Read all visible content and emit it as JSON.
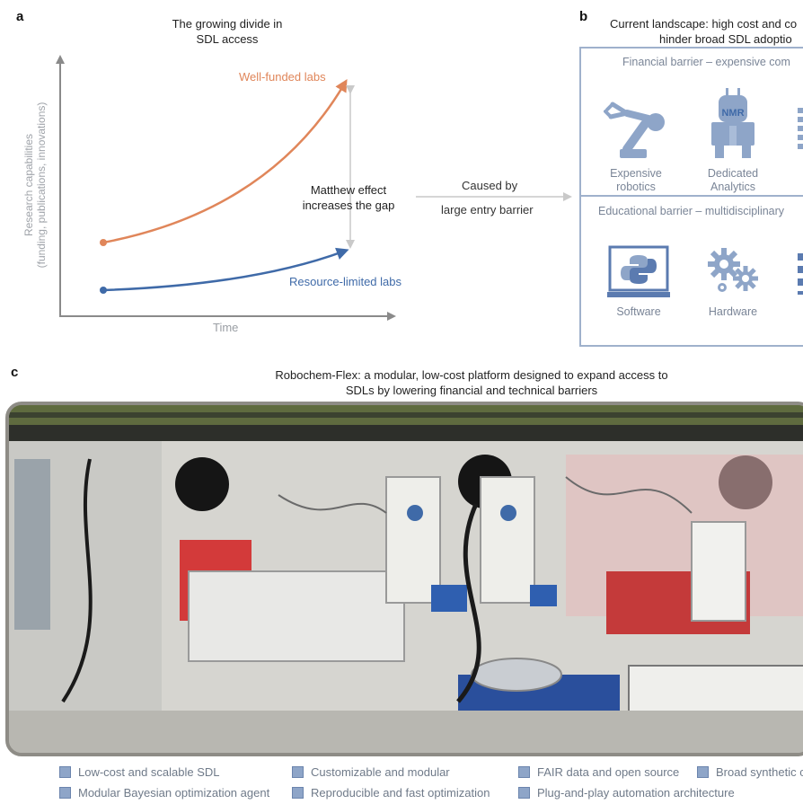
{
  "panel_a": {
    "letter": "a",
    "title_line1": "The growing divide in",
    "title_line2": "SDL access",
    "ylabel_line1": "Research capabilities",
    "ylabel_line2": "(funding, publications, innovations)",
    "xlabel": "Time",
    "well_funded": "Well-funded labs",
    "resource_limited": "Resource-limited labs",
    "matthew_line1": "Matthew effect",
    "matthew_line2": "increases the gap",
    "caused_by": "Caused by",
    "entry_barrier": "large entry barrier",
    "colors": {
      "well_funded": "#e0865a",
      "resource_limited": "#3f6aa8",
      "axis": "#888888"
    }
  },
  "panel_b": {
    "letter": "b",
    "title_line1": "Current landscape: high cost and co",
    "title_line2": "hinder broad SDL adoptio",
    "financial": {
      "heading": "Financial barrier – expensive com",
      "items": [
        {
          "line1": "Expensive",
          "line2": "robotics",
          "icon": "robotic-arm-icon"
        },
        {
          "line1": "Dedicated",
          "line2": "Analytics",
          "icon": "nmr-icon",
          "icon_text": "NMR"
        }
      ]
    },
    "educational": {
      "heading": "Educational barrier – multidisciplinary",
      "items": [
        {
          "label": "Software",
          "icon": "python-monitor-icon"
        },
        {
          "label": "Hardware",
          "icon": "gears-icon"
        }
      ]
    },
    "colors": {
      "border": "#9fb1cc",
      "icon": "#8ea5c8",
      "icon_dark": "#5b7bb0"
    }
  },
  "panel_c": {
    "letter": "c",
    "title_line1": "Robochem-Flex: a modular, low-cost platform designed to expand access to",
    "title_line2": "SDLs by lowering financial and technical barriers",
    "legend": [
      "Low-cost and scalable SDL",
      "Customizable and modular",
      "FAIR data and open source",
      "Broad synthetic c",
      "Modular Bayesian optimization agent",
      "Reproducible and fast optimization",
      "Plug-and-play automation architecture"
    ]
  }
}
